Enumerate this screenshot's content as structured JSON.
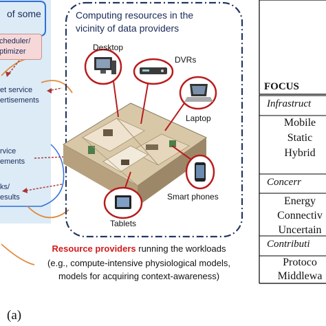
{
  "left_panel": {
    "top_text": "of some",
    "scheduler_line1": "cheduler/",
    "scheduler_line2": "ptimizer",
    "service_ads_1": "et service",
    "service_ads_2": "ertisements",
    "service_req_1": "rvice",
    "service_req_2": "ements",
    "tasks_1": "ks/",
    "tasks_2": "esults"
  },
  "center": {
    "title_line1": "Computing resources in the",
    "title_line2": "vicinity of data providers",
    "devices": {
      "desktop": "Desktop",
      "dvrs": "DVRs",
      "laptop": "Laptop",
      "smart_phones": "Smart phones",
      "tablets": "Tablets"
    },
    "providers_highlight": "Resource providers",
    "providers_rest": " running the workloads",
    "providers_sub1": "(e.g., compute-intensive physiological models,",
    "providers_sub2": "models for acquiring context-awareness)"
  },
  "right_table": {
    "header": "FOCUS",
    "categories": [
      "Infrastruct",
      "Concerr",
      "Contributi"
    ],
    "infrastructure_items": [
      "Mobile",
      "Static",
      "Hybrid"
    ],
    "concern_items": [
      "Energy",
      "Connectiv",
      "Uncertain"
    ],
    "contribution_items": [
      "Protoco",
      "Middlewa"
    ]
  },
  "figure_label": "(a)",
  "colors": {
    "accent_red": "#d11a1a",
    "navy": "#1a2a5a",
    "orange": "#e08a3c",
    "panel_blue": "#dcebf6"
  }
}
